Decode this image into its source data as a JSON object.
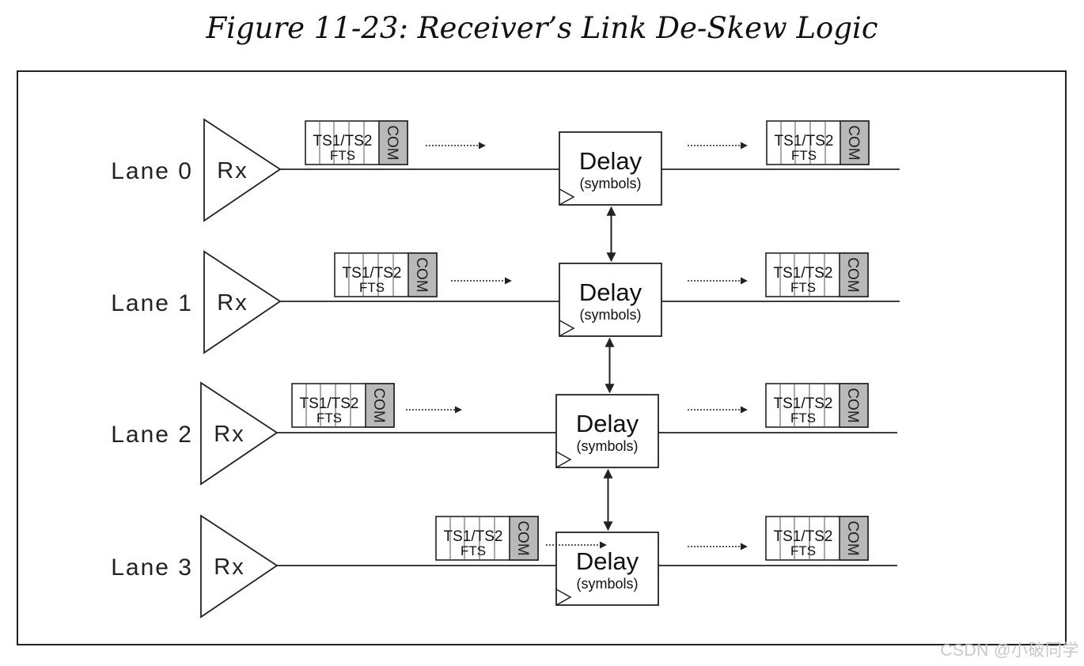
{
  "figure": {
    "title": "Figure 11-23: Receiver’s Link De-Skew Logic"
  },
  "lanes": [
    {
      "label": "Lane 0",
      "receiver": "Rx",
      "delay_title": "Delay",
      "delay_subtitle": "(symbols)",
      "in_packet": {
        "line1": "TS1/TS2",
        "line2": "FTS",
        "com": "COM"
      },
      "out_packet": {
        "line1": "TS1/TS2",
        "line2": "FTS",
        "com": "COM"
      }
    },
    {
      "label": "Lane 1",
      "receiver": "Rx",
      "delay_title": "Delay",
      "delay_subtitle": "(symbols)",
      "in_packet": {
        "line1": "TS1/TS2",
        "line2": "FTS",
        "com": "COM"
      },
      "out_packet": {
        "line1": "TS1/TS2",
        "line2": "FTS",
        "com": "COM"
      }
    },
    {
      "label": "Lane 2",
      "receiver": "Rx",
      "delay_title": "Delay",
      "delay_subtitle": "(symbols)",
      "in_packet": {
        "line1": "TS1/TS2",
        "line2": "FTS",
        "com": "COM"
      },
      "out_packet": {
        "line1": "TS1/TS2",
        "line2": "FTS",
        "com": "COM"
      }
    },
    {
      "label": "Lane 3",
      "receiver": "Rx",
      "delay_title": "Delay",
      "delay_subtitle": "(symbols)",
      "in_packet": {
        "line1": "TS1/TS2",
        "line2": "FTS",
        "com": "COM"
      },
      "out_packet": {
        "line1": "TS1/TS2",
        "line2": "FTS",
        "com": "COM"
      }
    }
  ],
  "watermark": "CSDN @小破同学",
  "colors": {
    "com_fill": "#b9b9b9",
    "stroke": "#222222",
    "packet_fill": "#ffffff"
  }
}
